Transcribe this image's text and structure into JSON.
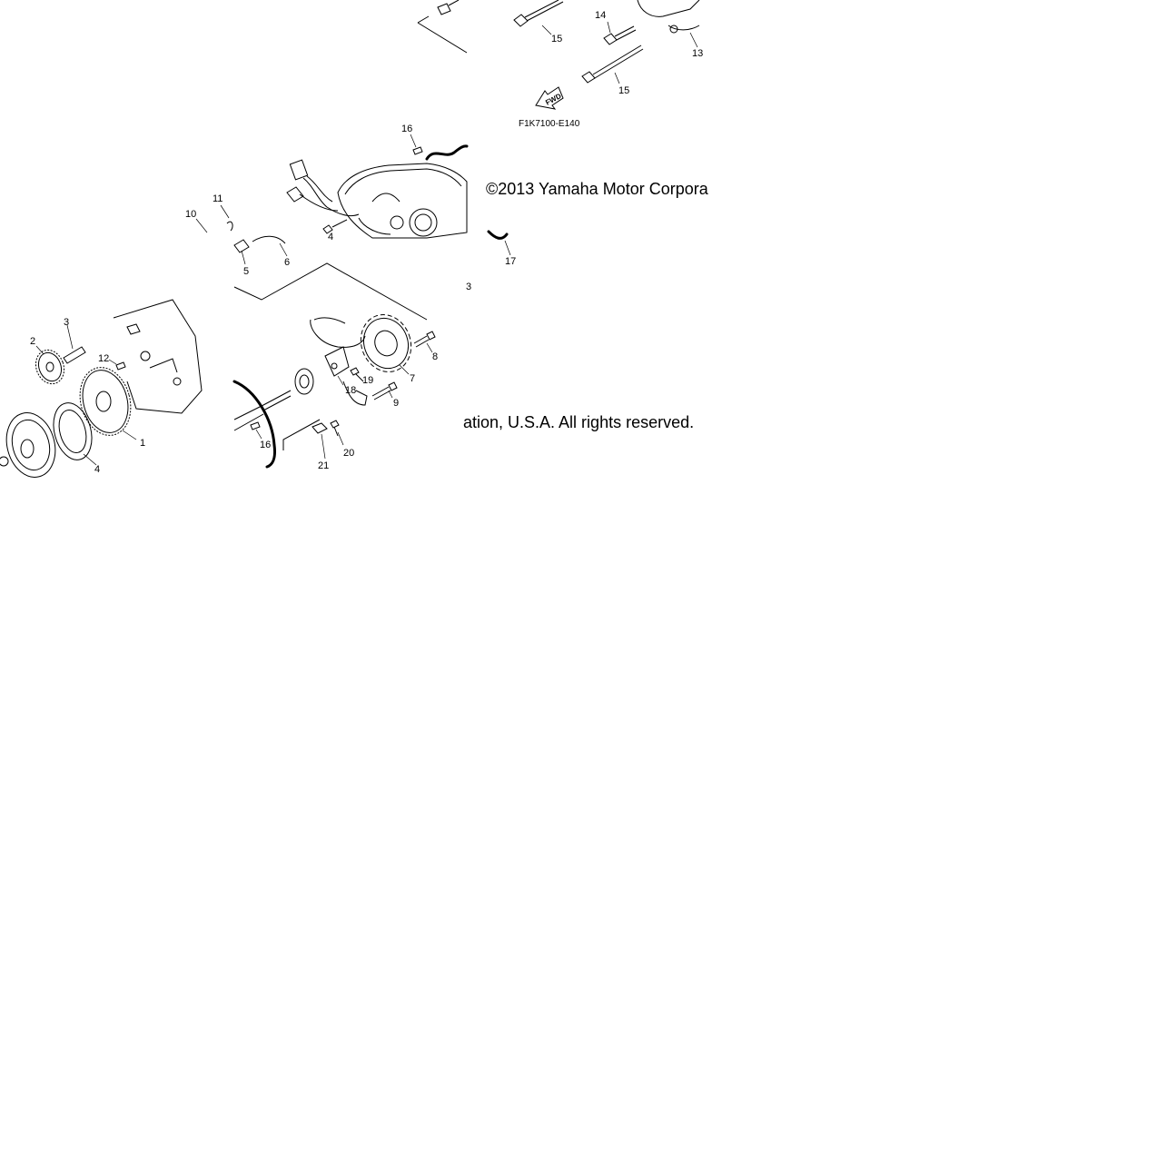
{
  "diagram": {
    "drawing_code": "F1K7100-E140",
    "fwd_arrow_label": "FWD",
    "copyright_part1": "©2013 Yamaha Motor Corpora",
    "copyright_part2": "ation, U.S.A. All rights reserved.",
    "callouts": {
      "c1": "1",
      "c2": "2",
      "c3": "3",
      "c3b": "3",
      "c4": "4",
      "c4b": "4",
      "c5": "5",
      "c6": "6",
      "c7": "7",
      "c8": "8",
      "c9": "9",
      "c10": "10",
      "c11": "11",
      "c12": "12",
      "c13": "13",
      "c14": "14",
      "c15a": "15",
      "c15b": "15",
      "c16a": "16",
      "c16b": "16",
      "c17": "17",
      "c18": "18",
      "c19": "19",
      "c20": "20",
      "c21": "21"
    }
  }
}
